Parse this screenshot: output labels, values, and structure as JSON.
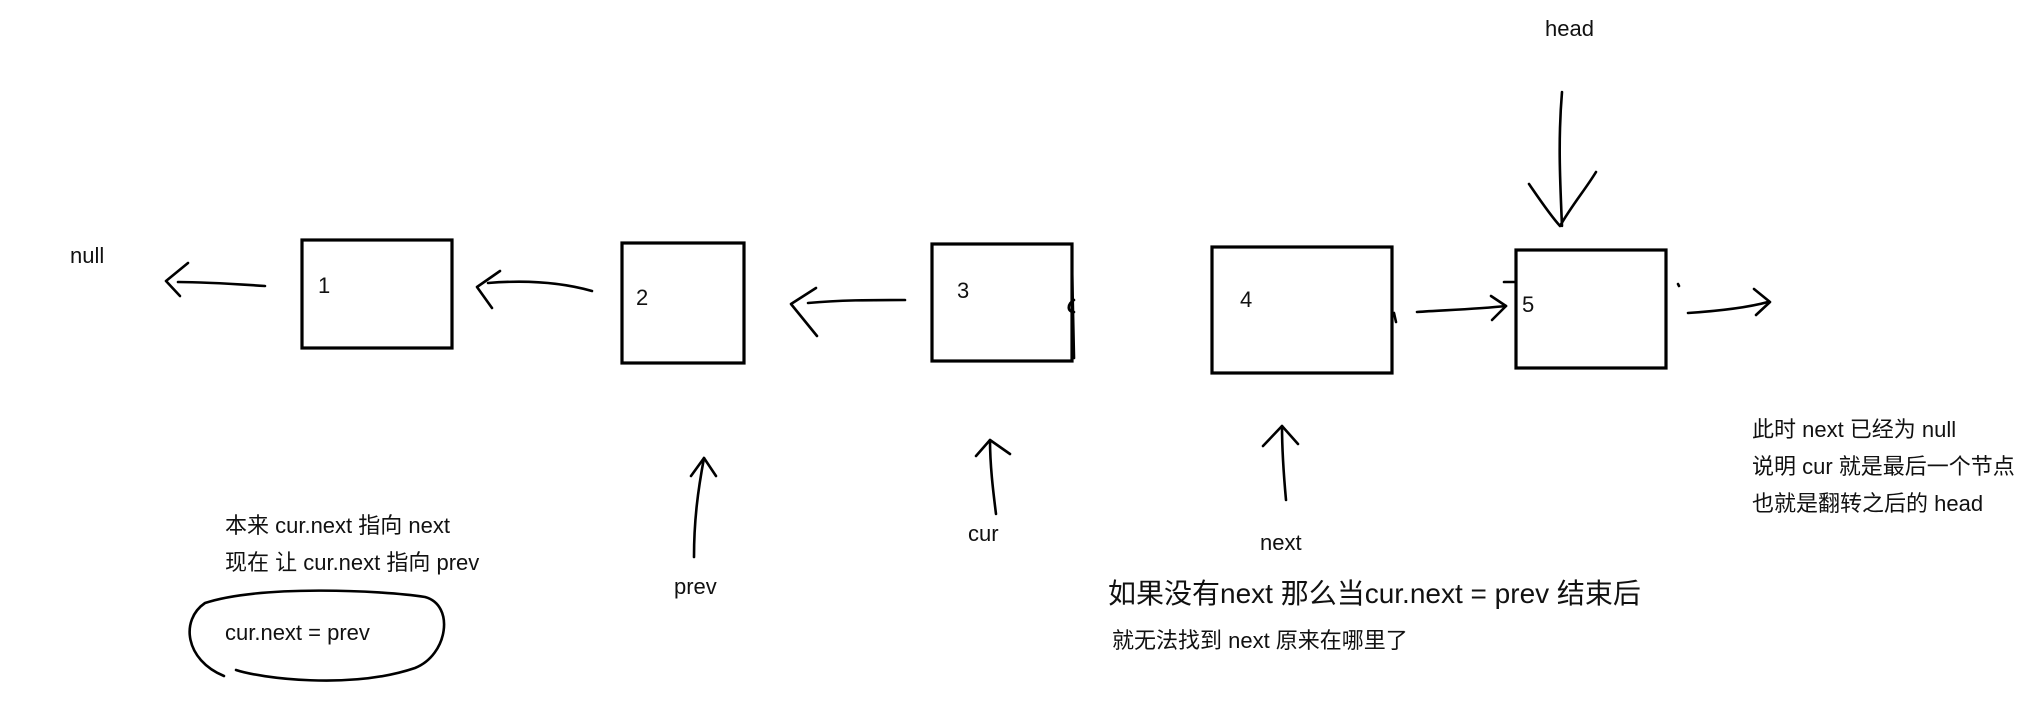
{
  "nodes": [
    {
      "label": "1"
    },
    {
      "label": "2"
    },
    {
      "label": "3"
    },
    {
      "label": "4"
    },
    {
      "label": "5"
    }
  ],
  "labels": {
    "null": "null",
    "head": "head",
    "prev": "prev",
    "cur": "cur",
    "next": "next"
  },
  "notes": {
    "left_line1": "本来 cur.next 指向 next",
    "left_line2": "现在 让 cur.next 指向 prev",
    "circled_code": "cur.next = prev",
    "bottom_line1": "如果没有next 那么当cur.next = prev 结束后",
    "bottom_line2": "就无法找到 next 原来在哪里了",
    "right_line1": "此时 next 已经为 null",
    "right_line2": "说明 cur 就是最后一个节点",
    "right_line3": "也就是翻转之后的 head"
  }
}
